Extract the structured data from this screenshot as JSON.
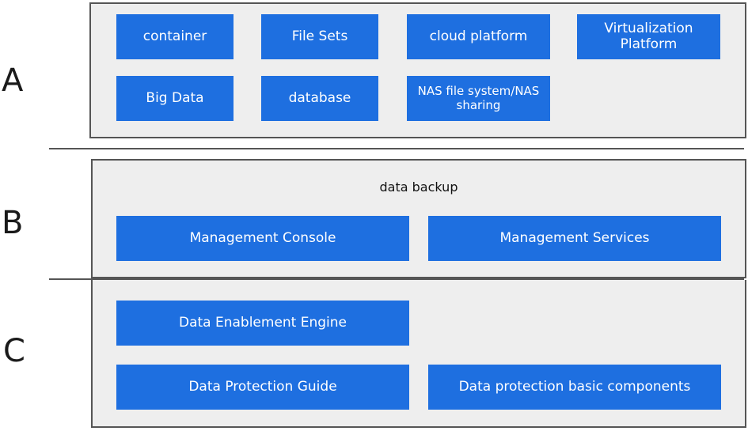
{
  "layers": {
    "a": {
      "letter": "A",
      "boxes": [
        "container",
        "File Sets",
        "cloud platform",
        "Virtualization Platform",
        "Big Data",
        "database",
        "NAS file system/NAS sharing"
      ]
    },
    "b": {
      "letter": "B",
      "title": "data backup",
      "boxes": [
        "Management Console",
        "Management Services"
      ]
    },
    "c": {
      "letter": "C",
      "boxes": [
        "Data Enablement Engine",
        "Data Protection Guide",
        "Data protection basic components"
      ]
    }
  },
  "colors": {
    "box": "#1e6fe0",
    "panel": "#eeeeee",
    "border": "#555555"
  }
}
